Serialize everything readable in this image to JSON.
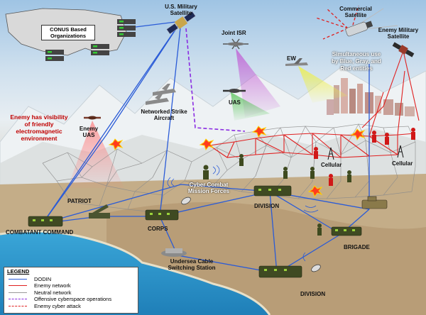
{
  "labels": {
    "us_sat": "U.S. Military Satellite",
    "conus": "CONUS Based Organizations",
    "joint_isr": "Joint ISR",
    "commercial_sat": "Commercial Satellite",
    "enemy_sat": "Enemy Military Satellite",
    "ew": "EW",
    "simultaneous": "Simultaneous use by Blue, Gray, and Red entities",
    "uas": "UAS",
    "networked_strike": "Networked Strike Aircraft",
    "enemy_visibility": "Enemy has visibility of friendly electromagnetic environment",
    "enemy_uas": "Enemy UAS",
    "cyber_forces": "Cyber Combat Mission Forces",
    "cellular1": "Cellular",
    "cellular2": "Cellular",
    "division1": "DIVISION",
    "patriot": "PATRIOT",
    "corps": "CORPS",
    "combatant": "COMBATANT COMMAND",
    "brigade": "BRIGADE",
    "undersea": "Undersea Cable Switching Station",
    "division2": "DIVISION"
  },
  "legend": {
    "title": "LEGEND",
    "items": [
      {
        "label": "DODIN",
        "color": "#2a5bd7",
        "style": "solid"
      },
      {
        "label": "Enemy network",
        "color": "#e02020",
        "style": "solid"
      },
      {
        "label": "Neutral network",
        "color": "#9a9a9a",
        "style": "solid"
      },
      {
        "label": "Offensive cyberspace operations",
        "color": "#8a2be2",
        "style": "dashed"
      },
      {
        "label": "Enemy cyber attack",
        "color": "#e02020",
        "style": "dashed"
      }
    ]
  }
}
